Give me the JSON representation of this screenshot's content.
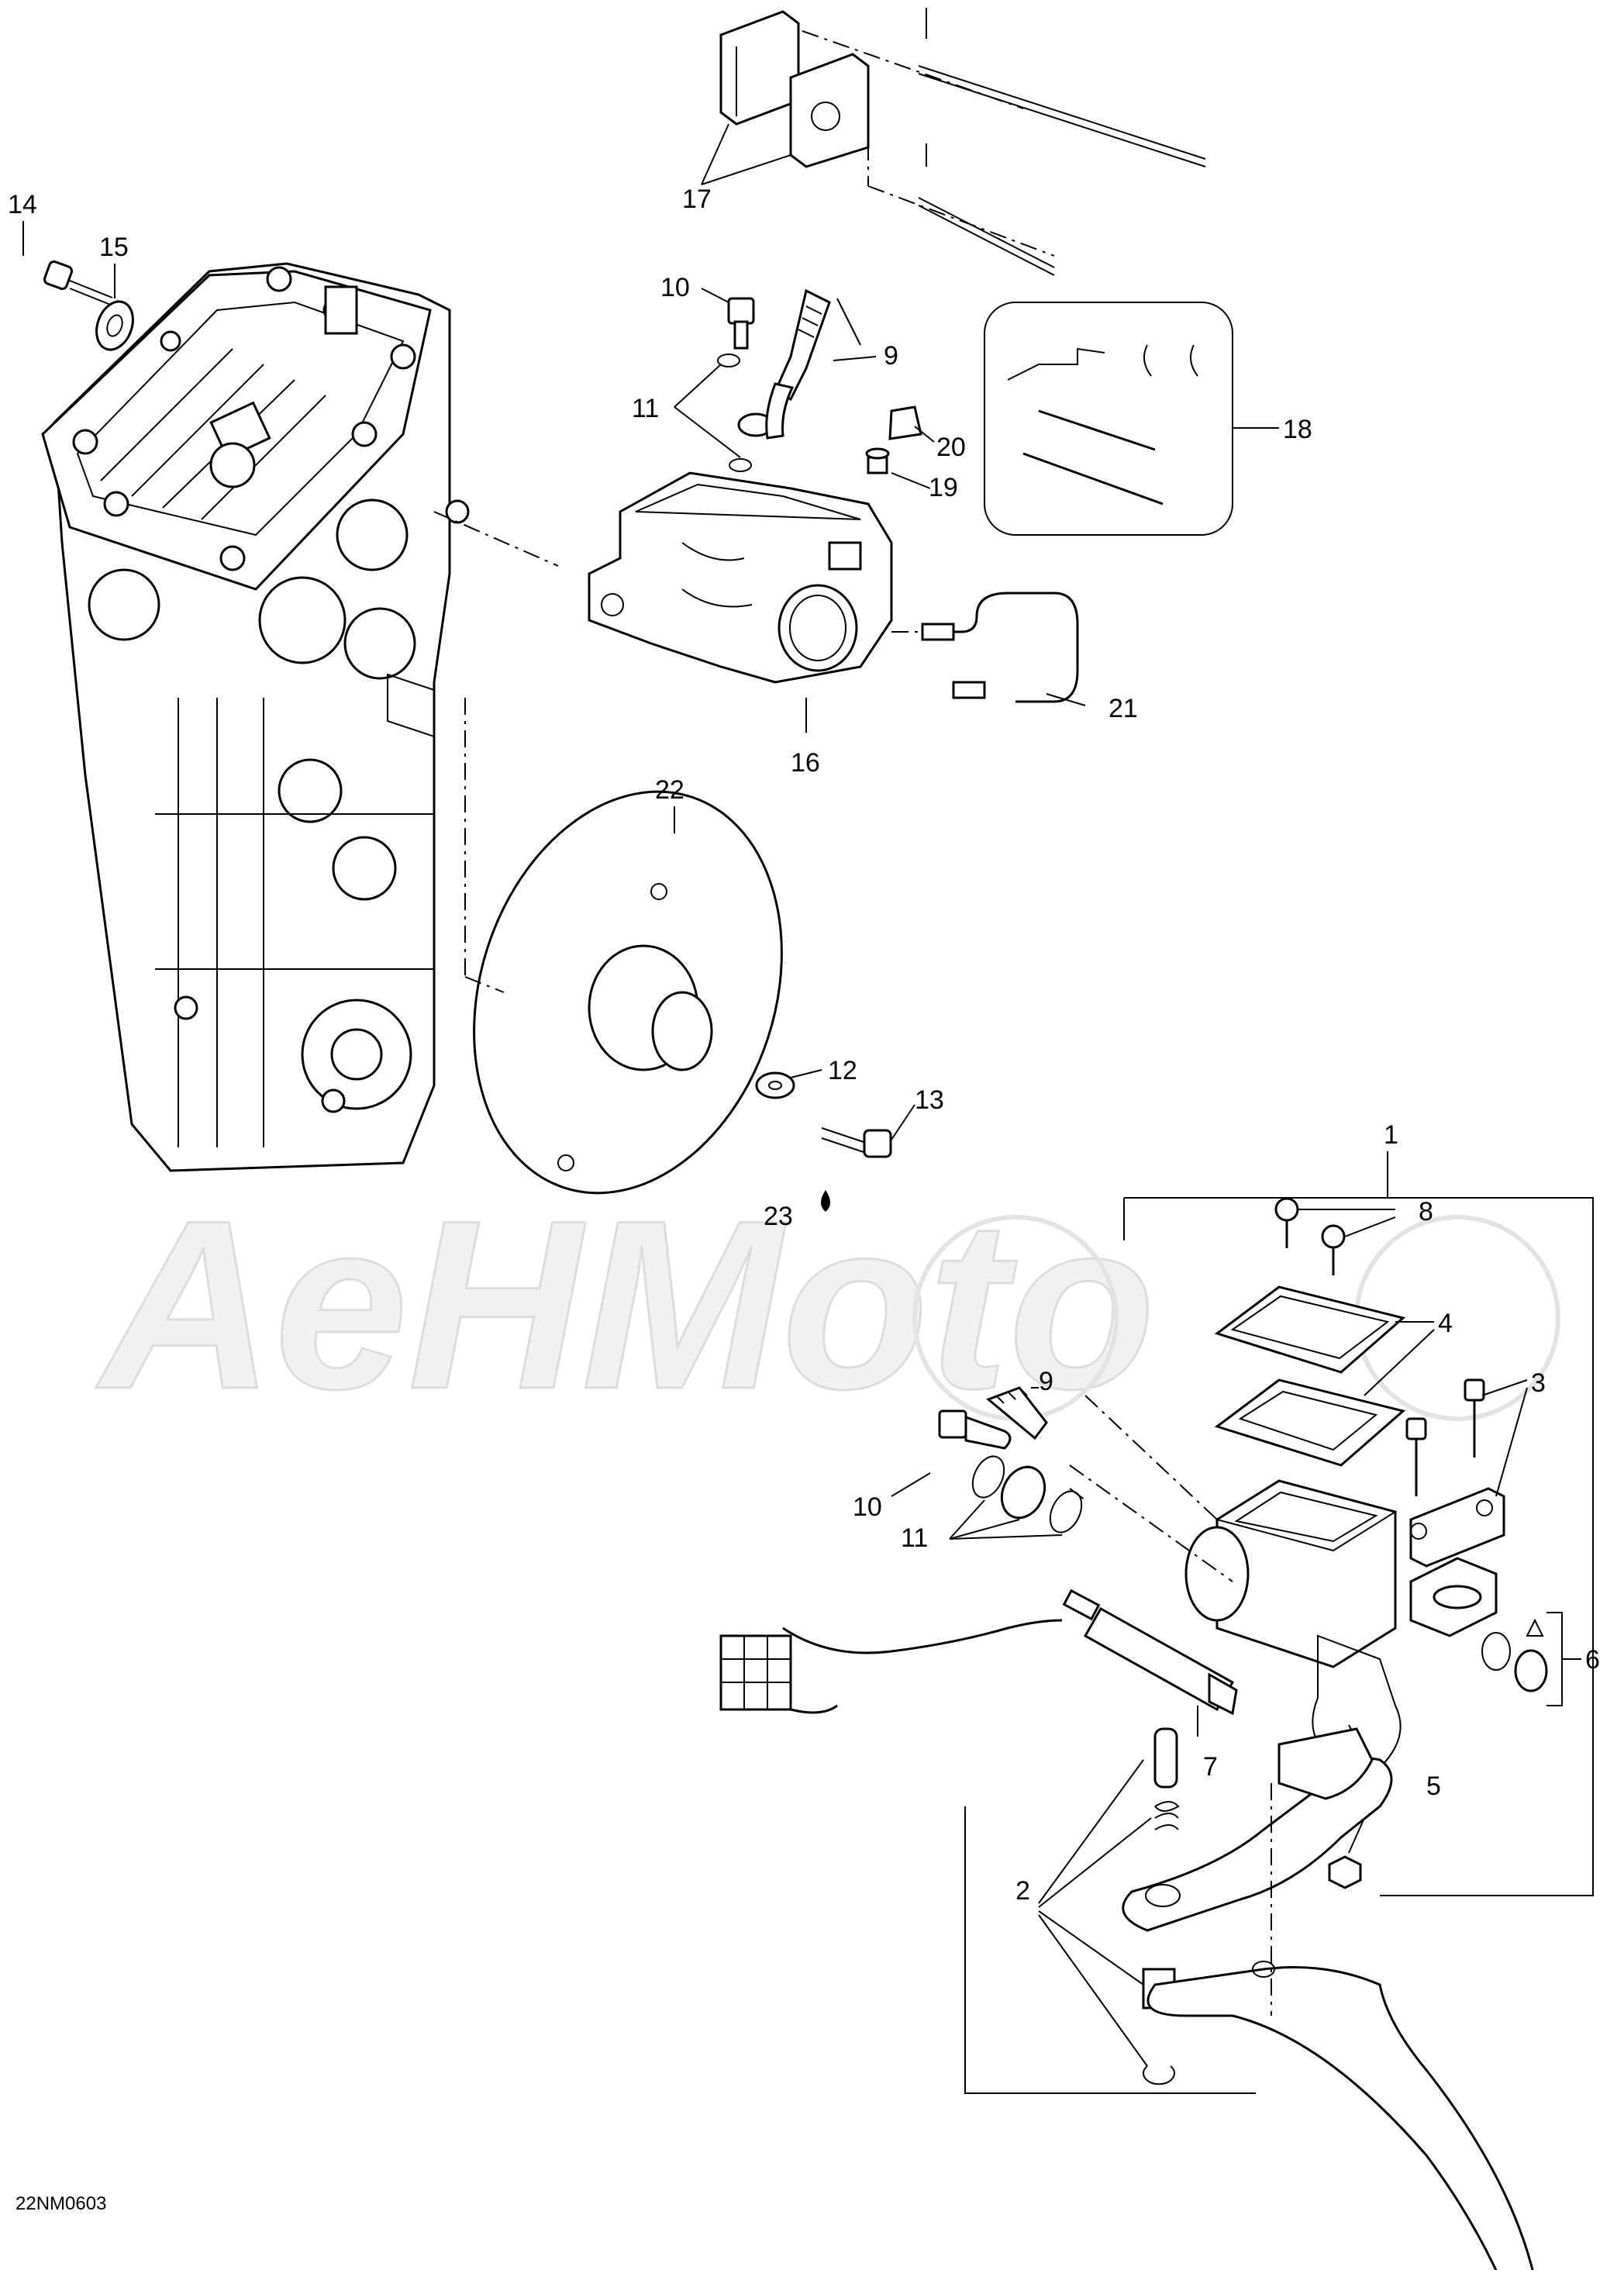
{
  "diagram_code": "22NM0603",
  "watermark": "AeHMoto",
  "callouts": {
    "c1": "1",
    "c2": "2",
    "c3": "3",
    "c4": "4",
    "c5": "5",
    "c6": "6",
    "c7": "7",
    "c8": "8",
    "c9a": "9",
    "c9b": "9",
    "c10a": "10",
    "c10b": "10",
    "c11a": "11",
    "c11b": "11",
    "c12": "12",
    "c13": "13",
    "c14": "14",
    "c15": "15",
    "c16": "16",
    "c17": "17",
    "c18": "18",
    "c19": "19",
    "c20": "20",
    "c21": "21",
    "c22": "22",
    "c23": "23"
  }
}
